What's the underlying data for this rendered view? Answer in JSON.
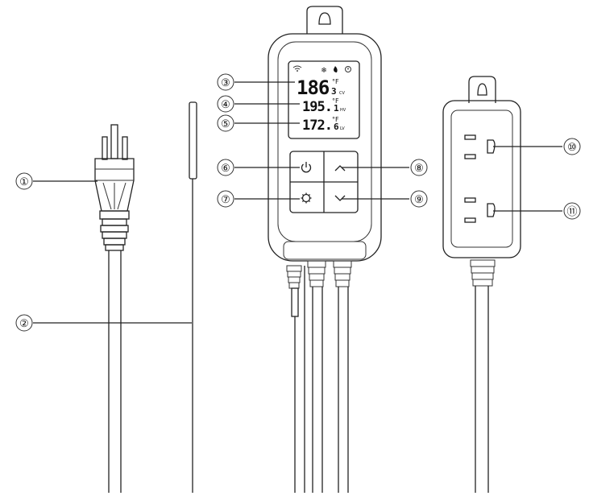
{
  "callouts": [
    "①",
    "②",
    "③",
    "④",
    "⑤",
    "⑥",
    "⑦",
    "⑧",
    "⑨",
    "⑩",
    "⑪"
  ],
  "display": {
    "status_icons": [
      "wifi-icon",
      "snowflake-icon",
      "flame-icon",
      "alert-icon"
    ],
    "rows": [
      {
        "value": "186",
        "decimal": "3",
        "unit": "°F",
        "tag": "CV"
      },
      {
        "value": "195.",
        "decimal": "1",
        "unit": "°F",
        "tag": "HV"
      },
      {
        "value": "172.",
        "decimal": "6",
        "unit": "°F",
        "tag": "LV"
      }
    ]
  },
  "buttons": [
    "power-icon",
    "gear-icon",
    "chevron-up-icon",
    "chevron-down-icon"
  ]
}
